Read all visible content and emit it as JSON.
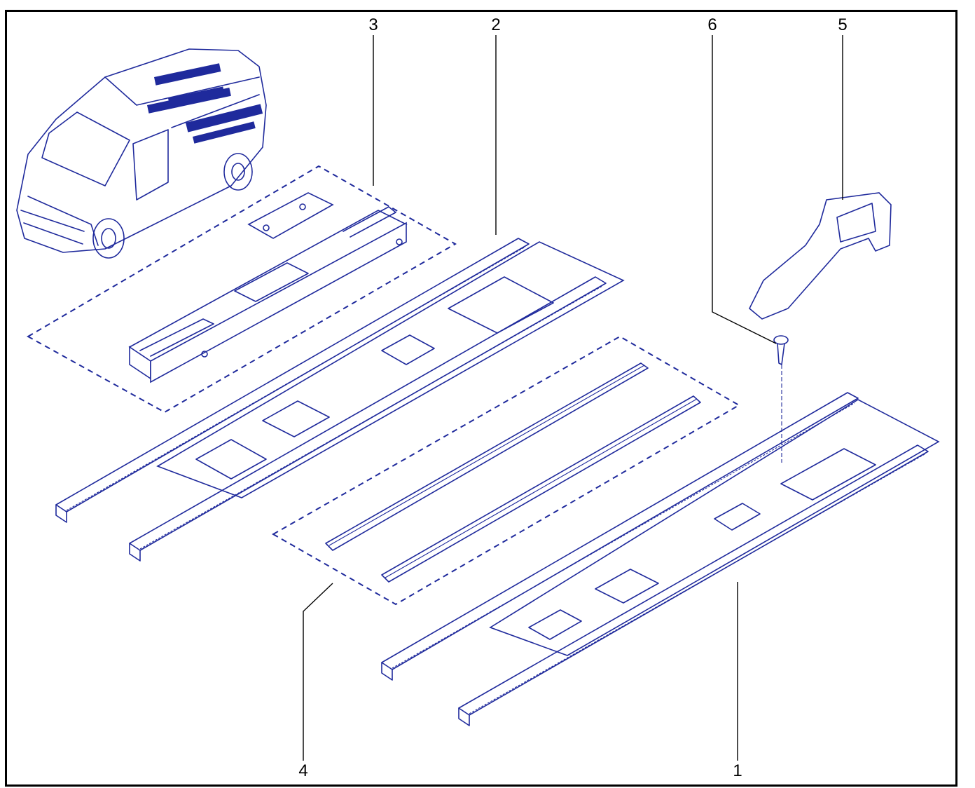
{
  "diagram": {
    "callouts": [
      {
        "id": "c3",
        "label": "3"
      },
      {
        "id": "c2",
        "label": "2"
      },
      {
        "id": "c6",
        "label": "6"
      },
      {
        "id": "c5",
        "label": "5"
      },
      {
        "id": "c4",
        "label": "4"
      },
      {
        "id": "c1",
        "label": "1"
      }
    ],
    "colors": {
      "ink": "#1f2a9c",
      "frame": "#000000",
      "background": "#ffffff"
    },
    "parts": [
      {
        "callout": "1",
        "icon": "floor-rail-assembly-right"
      },
      {
        "callout": "2",
        "icon": "floor-rail-assembly-left"
      },
      {
        "callout": "3",
        "icon": "rail-insert-kit"
      },
      {
        "callout": "4",
        "icon": "rail-trim-strips"
      },
      {
        "callout": "5",
        "icon": "rail-lock-lever"
      },
      {
        "callout": "6",
        "icon": "torx-screw"
      }
    ]
  }
}
